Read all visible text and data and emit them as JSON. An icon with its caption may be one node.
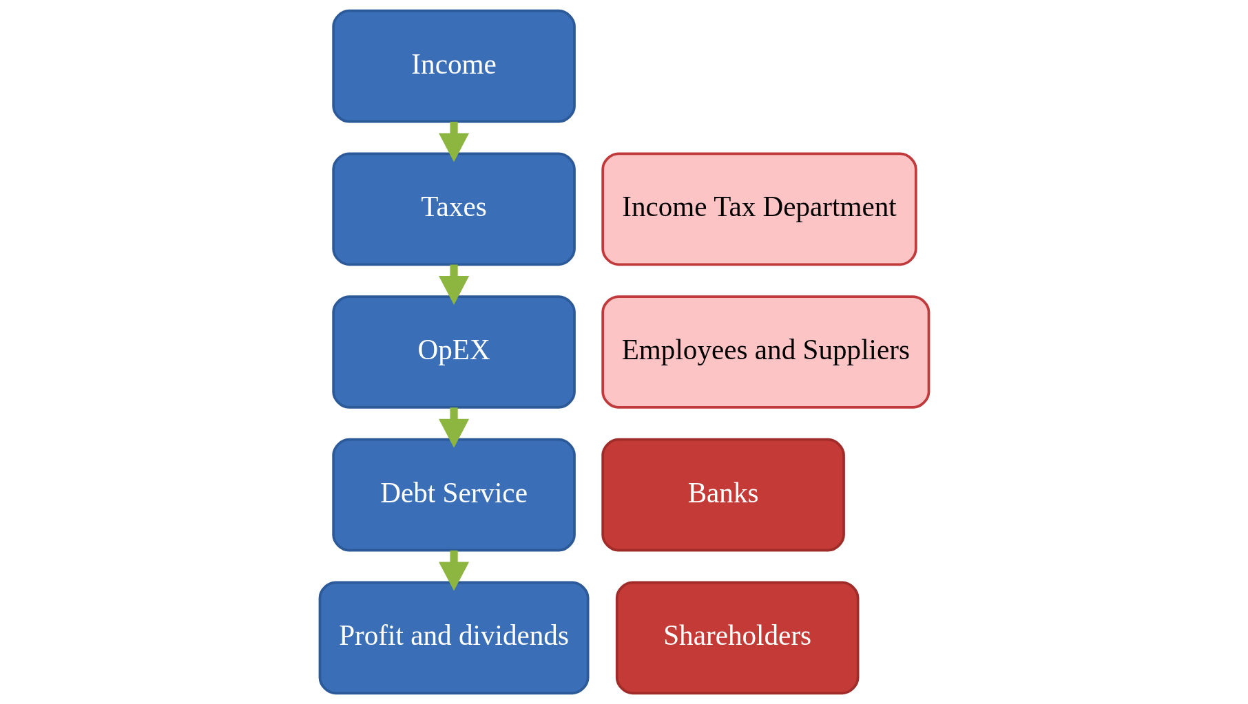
{
  "diagram": {
    "nodes": [
      {
        "text": [
          "Income"
        ]
      },
      {
        "text": [
          "Taxes"
        ]
      },
      {
        "text": [
          "Income Tax Department"
        ]
      },
      {
        "text": [
          "OpEX"
        ]
      },
      {
        "text": [
          "Employees and Suppliers"
        ]
      },
      {
        "text": [
          "Debt Service"
        ]
      },
      {
        "text": [
          "Banks"
        ]
      },
      {
        "text": [
          "Profit and dividends"
        ]
      },
      {
        "text": [
          "Shareholders"
        ]
      }
    ],
    "edges": [
      {
        "from": 0,
        "to": 1,
        "arrow": "to"
      },
      {
        "from": 1,
        "to": 3,
        "arrow": "to"
      },
      {
        "from": 3,
        "to": 5,
        "arrow": "to"
      },
      {
        "from": 5,
        "to": 7,
        "arrow": "to"
      }
    ]
  }
}
